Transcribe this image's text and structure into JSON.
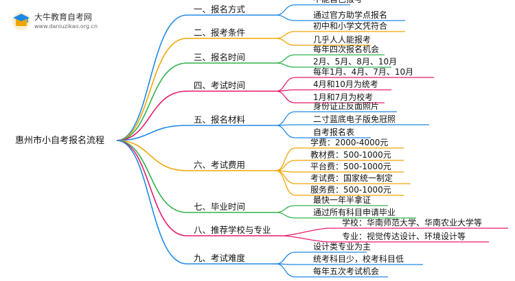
{
  "logo": {
    "title": "大牛教育自考网",
    "url": "www.daniuzikao.org.cn"
  },
  "root": "惠州市小自考报名流程",
  "branches": [
    {
      "label": "一、报名方式",
      "color": "#1e88e5",
      "leaves": [
        "不能自己报考",
        "通过官方助学点报名"
      ]
    },
    {
      "label": "二、报考条件",
      "color": "#f0a500",
      "leaves": [
        "初中和小学文凭符合",
        "几乎人人能报考"
      ]
    },
    {
      "label": "三、报名时间",
      "color": "#2db24a",
      "leaves": [
        "每年四次报名机会",
        "2月、5月、8月、10月"
      ]
    },
    {
      "label": "四、考试时间",
      "color": "#e6196b",
      "leaves": [
        "每年1月、4月、7月、10月",
        "4月和10月为统考",
        "1月和7月为校考"
      ]
    },
    {
      "label": "五、报名材料",
      "color": "#1e88e5",
      "leaves": [
        "身份证正反面照片",
        "二寸蓝底电子版免冠照",
        "自考报名表"
      ]
    },
    {
      "label": "六、考试费用",
      "color": "#f0a500",
      "leaves": [
        "学费：2000-4000元",
        "教材费：500-1000元",
        "平台费：500-1000元",
        "考试费：国家统一制定",
        "服务费：500-1000元"
      ]
    },
    {
      "label": "七、毕业时间",
      "color": "#2db24a",
      "leaves": [
        "最快一年半拿证",
        "通过所有科目申请毕业"
      ]
    },
    {
      "label": "八、推荐学校与专业",
      "color": "#e6196b",
      "leaves": [
        "学校：华南师范大学、华南农业大学等",
        "专业：视觉传达设计、环境设计等"
      ]
    },
    {
      "label": "九、考试难度",
      "color": "#1e88e5",
      "leaves": [
        "设计类专业为主",
        "统考科目少，校考科目低",
        "每年五次考试机会"
      ]
    }
  ]
}
